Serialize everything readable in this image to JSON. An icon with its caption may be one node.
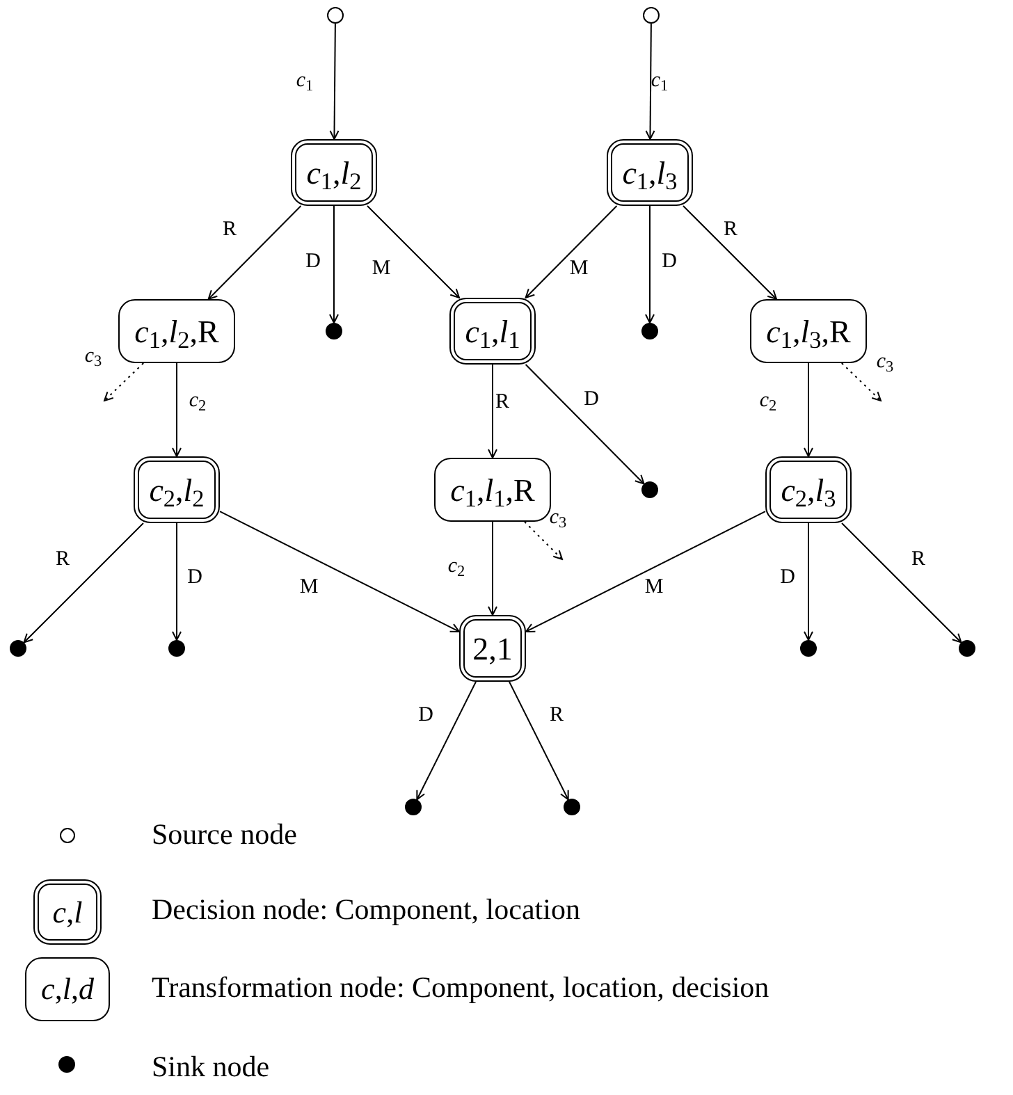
{
  "diagram": {
    "nodes": [
      {
        "text": [],
        "shape": "circle"
      },
      {
        "text": [],
        "shape": "circle"
      },
      {
        "text": [
          "*c*$_{1}$,*l*$_{2}$"
        ]
      },
      {
        "text": [
          "*c*$_{1}$,*l*$_{3}$"
        ]
      },
      {
        "text": [
          "*c*$_{1}$,*l*$_{2}$,R"
        ]
      },
      {
        "text": [],
        "shape": "circle"
      },
      {
        "text": [
          "*c*$_{1}$,*l*$_{1}$"
        ]
      },
      {
        "text": [],
        "shape": "circle"
      },
      {
        "text": [
          "*c*$_{1}$,*l*$_{3}$,R"
        ]
      },
      {
        "text": [
          "*c*$_{2}$,*l*$_{2}$"
        ]
      },
      {
        "text": [
          "*c*$_{1}$,*l*$_{1}$,R"
        ]
      },
      {
        "text": [],
        "shape": "circle"
      },
      {
        "text": [
          "*c*$_{2}$,*l*$_{3}$"
        ]
      },
      {
        "text": [],
        "shape": "circle"
      },
      {
        "text": [],
        "shape": "circle"
      },
      {
        "text": [
          "2,1"
        ]
      },
      {
        "text": [],
        "shape": "circle"
      },
      {
        "text": [],
        "shape": "circle"
      },
      {
        "text": [],
        "shape": "circle"
      },
      {
        "text": [],
        "shape": "circle"
      }
    ],
    "edges": [
      {
        "from": 0,
        "to": 2,
        "arrow": "to",
        "label": "*c*$_{1}$"
      },
      {
        "from": 1,
        "to": 3,
        "arrow": "to",
        "label": "*c*$_{1}$"
      },
      {
        "from": 2,
        "to": 4,
        "arrow": "to",
        "label": "R"
      },
      {
        "from": 2,
        "to": 5,
        "arrow": "to",
        "label": "D"
      },
      {
        "from": 2,
        "to": 6,
        "arrow": "to",
        "label": "M"
      },
      {
        "from": 3,
        "to": 6,
        "arrow": "to",
        "label": "M"
      },
      {
        "from": 3,
        "to": 7,
        "arrow": "to",
        "label": "D"
      },
      {
        "from": 3,
        "to": 8,
        "arrow": "to",
        "label": "R"
      },
      {
        "from": 4,
        "to": null,
        "arrow": "to",
        "label": "*c*$_{3}$",
        "style": "dashed"
      },
      {
        "from": 4,
        "to": 9,
        "arrow": "to",
        "label": "*c*$_{2}$"
      },
      {
        "from": 6,
        "to": 10,
        "arrow": "to",
        "label": "R"
      },
      {
        "from": 6,
        "to": 11,
        "arrow": "to",
        "label": "D"
      },
      {
        "from": 8,
        "to": null,
        "arrow": "to",
        "label": "*c*$_{3}$",
        "style": "dashed"
      },
      {
        "from": 8,
        "to": 12,
        "arrow": "to",
        "label": "*c*$_{2}$"
      },
      {
        "from": 10,
        "to": null,
        "arrow": "to",
        "label": "*c*$_{3}$",
        "style": "dashed"
      },
      {
        "from": 10,
        "to": 15,
        "arrow": "to",
        "label": "*c*$_{2}$"
      },
      {
        "from": 9,
        "to": 13,
        "arrow": "to",
        "label": "R"
      },
      {
        "from": 9,
        "to": 14,
        "arrow": "to",
        "label": "D"
      },
      {
        "from": 9,
        "to": 15,
        "arrow": "to",
        "label": "M"
      },
      {
        "from": 12,
        "to": 15,
        "arrow": "to",
        "label": "M"
      },
      {
        "from": 12,
        "to": 16,
        "arrow": "to",
        "label": "D"
      },
      {
        "from": 12,
        "to": 17,
        "arrow": "to",
        "label": "R"
      },
      {
        "from": 15,
        "to": 18,
        "arrow": "to",
        "label": "D"
      },
      {
        "from": 15,
        "to": 19,
        "arrow": "to",
        "label": "R"
      }
    ],
    "labels": [
      "*c*,*l*",
      "*c*,*l*,*d*"
    ],
    "legend": [
      {
        "text": "Source node"
      },
      {
        "text": "Decision node: Component, location"
      },
      {
        "text": "Transformation node: Component, location, decision"
      },
      {
        "text": "Sink node"
      }
    ]
  }
}
